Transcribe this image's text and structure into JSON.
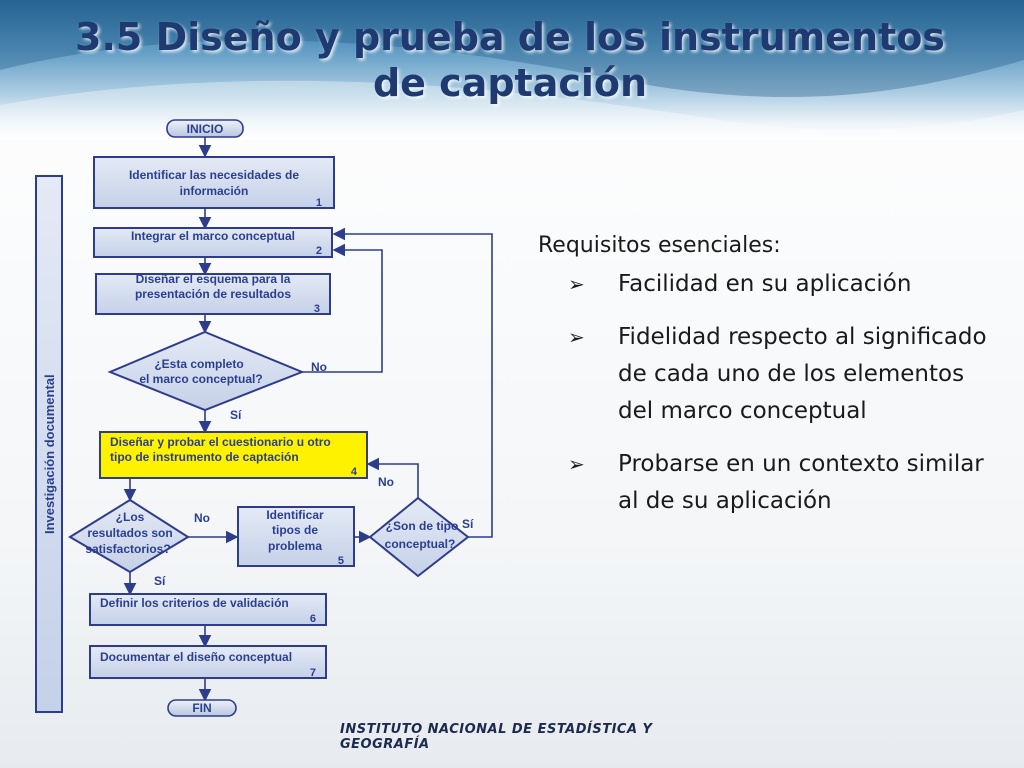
{
  "slide": {
    "title_line1": "3.5 Diseño y prueba de los instrumentos",
    "title_line2": "de captación"
  },
  "flowchart": {
    "side_label": "Investigación documental",
    "start": "INICIO",
    "end": "FIN",
    "steps": [
      {
        "lines": [
          "Identificar las necesidades de",
          "información"
        ],
        "number": "1"
      },
      {
        "lines": [
          "Integrar el marco conceptual"
        ],
        "number": "2"
      },
      {
        "lines": [
          "Diseñar el esquema para la",
          "presentación de resultados"
        ],
        "number": "3"
      },
      {
        "lines": [
          "Diseñar y probar el cuestionario u otro",
          "tipo de instrumento de captación"
        ],
        "number": "4"
      },
      {
        "lines": [
          "Identificar",
          "tipos de",
          "problema"
        ],
        "number": "5"
      },
      {
        "lines": [
          "Definir los criterios de validación"
        ],
        "number": "6"
      },
      {
        "lines": [
          "Documentar el diseño conceptual"
        ],
        "number": "7"
      }
    ],
    "decisions": [
      {
        "lines": [
          "¿Esta completo",
          "el marco conceptual?"
        ]
      },
      {
        "lines": [
          "¿Los",
          "resultados son",
          "satisfactorios?"
        ]
      },
      {
        "lines": [
          "¿Son de tipo",
          "conceptual?"
        ]
      }
    ],
    "edge_labels": {
      "d1_no": "No",
      "d1_yes": "Sí",
      "d2_no": "No",
      "d2_yes": "Sí",
      "d3_no": "No",
      "d3_yes": "Sí"
    }
  },
  "requirements": {
    "heading": "Requisitos esenciales:",
    "bullet_glyph": "➢",
    "items": [
      "Facilidad en su aplicación",
      "Fidelidad respecto al significado de cada uno de los elementos del marco conceptual",
      "Probarse en un contexto similar al de su aplicación"
    ]
  },
  "footer": {
    "organization": "INSTITUTO NACIONAL  DE ESTADÍSTICA Y GEOGRAFÍA"
  },
  "colors": {
    "title": "#1e3a70",
    "box_fill": "#d7e0ef",
    "box_border": "#2e3c8c",
    "highlight_fill": "#fff200",
    "flow_text": "#2b3f8f"
  }
}
